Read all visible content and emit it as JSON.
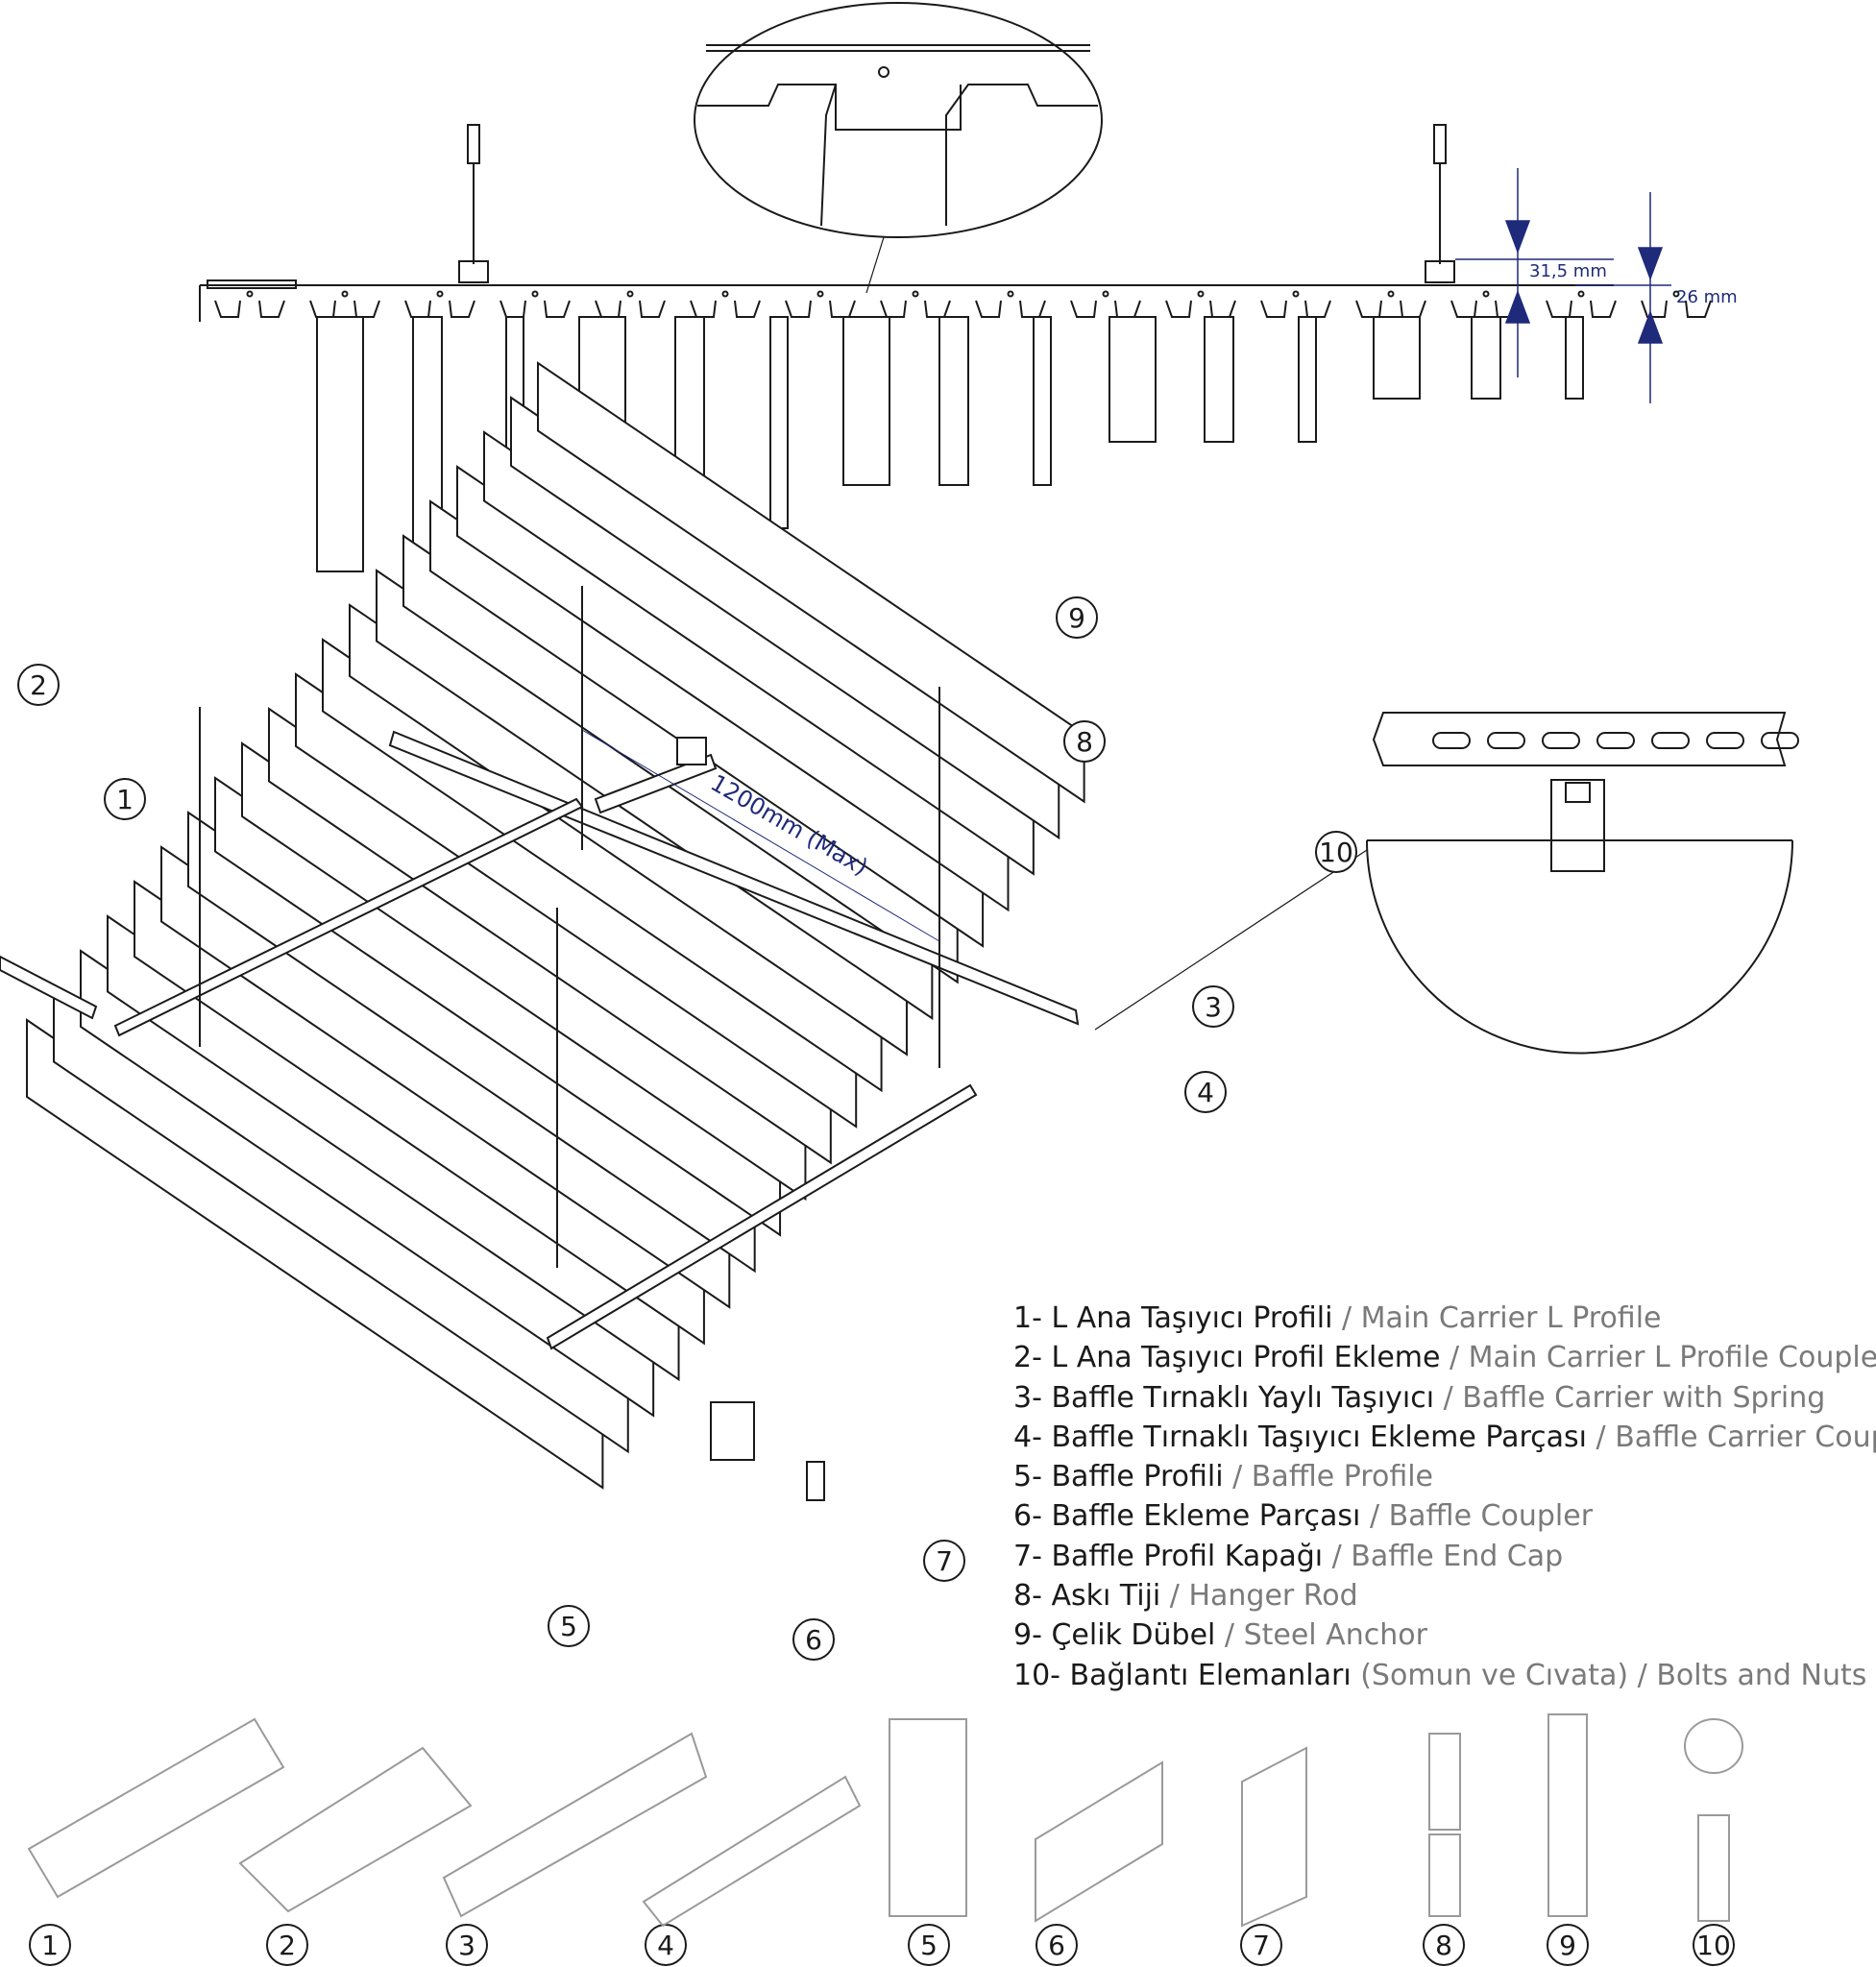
{
  "dimensions": {
    "dim_a": "31,5 mm",
    "dim_b": "26 mm",
    "span": "1200mm (Max)"
  },
  "callouts": [
    "1",
    "2",
    "3",
    "4",
    "5",
    "6",
    "7",
    "8",
    "9",
    "10"
  ],
  "legend": [
    {
      "num": "1-",
      "tr": "L Ana Taşıyıcı Profili",
      "en": "Main Carrier L Profile"
    },
    {
      "num": "2-",
      "tr": "L Ana Taşıyıcı Profil Ekleme",
      "en": "Main Carrier L Profile Coupler"
    },
    {
      "num": "3-",
      "tr": "Baffle Tırnaklı Yaylı Taşıyıcı",
      "en": "Baffle Carrier with Spring"
    },
    {
      "num": "4-",
      "tr": "Baffle Tırnaklı Taşıyıcı Ekleme Parçası",
      "en": "Baffle Carrier Coupler"
    },
    {
      "num": "5-",
      "tr": "Baffle Profili",
      "en": "Baffle Profile"
    },
    {
      "num": "6-",
      "tr": "Baffle Ekleme Parçası",
      "en": "Baffle  Coupler"
    },
    {
      "num": "7-",
      "tr": "Baffle Profil Kapağı",
      "en": "Baffle End Cap"
    },
    {
      "num": "8-",
      "tr": "Askı Tiji",
      "en": "Hanger Rod"
    },
    {
      "num": "9-",
      "tr": "Çelik Dübel",
      "en": "Steel Anchor"
    },
    {
      "num": "10-",
      "tr": "Bağlantı Elemanları",
      "tr_note": "(Somun ve Cıvata)",
      "en": "Bolts and Nuts"
    }
  ],
  "parts_row": [
    "1",
    "2",
    "3",
    "4",
    "5",
    "6",
    "7",
    "8",
    "9",
    "10"
  ],
  "colors": {
    "line": "#1a1a1a",
    "dimension": "#1f2a7a",
    "legend_en": "#7a7a7a",
    "parts": "#9a9a9a"
  }
}
